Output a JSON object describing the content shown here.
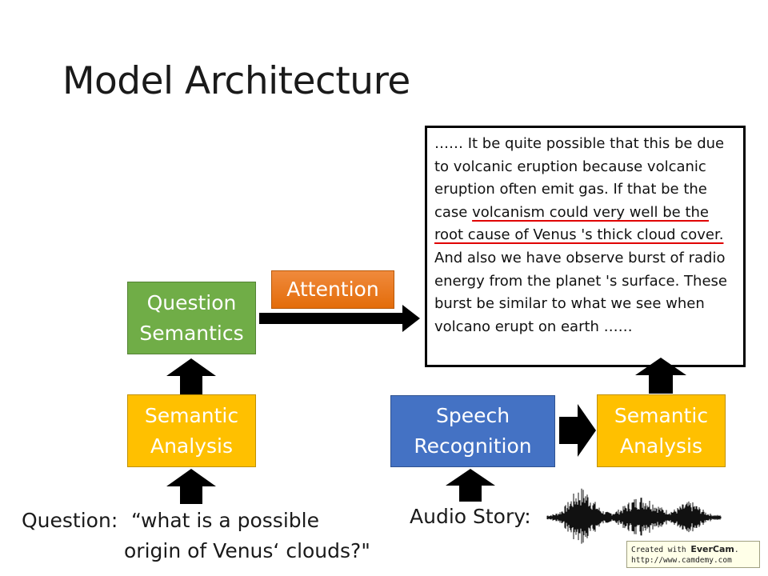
{
  "slide": {
    "title": "Model Architecture"
  },
  "boxes": {
    "question_semantics": "Question Semantics",
    "attention": "Attention",
    "semantic_analysis_left": "Semantic Analysis",
    "speech_recognition": "Speech Recognition",
    "semantic_analysis_right": "Semantic Analysis"
  },
  "story": {
    "text_before": "…… It be quite possible that this be due to volcanic eruption because volcanic eruption often emit gas. If that be the case ",
    "text_highlight": "volcanism could very well be the root cause of Venus 's thick cloud cover.",
    "text_after": " And also we have observe burst of radio energy from the planet 's surface. These burst be similar to what we see when volcano erupt on earth ……"
  },
  "question": {
    "label": "Question:",
    "line1": "“what is a possible",
    "line2": "origin of Venus‘ clouds?\""
  },
  "audio": {
    "label": "Audio Story:"
  },
  "credit": {
    "prefix": "Created with ",
    "brand": "EverCam",
    "suffix": ".",
    "url": "http://www.camdemy.com"
  },
  "colors": {
    "green": "#70ad47",
    "yellow": "#ffc000",
    "blue": "#4472c4",
    "orange": "#e36c0a",
    "highlight_underline": "#e00000"
  }
}
